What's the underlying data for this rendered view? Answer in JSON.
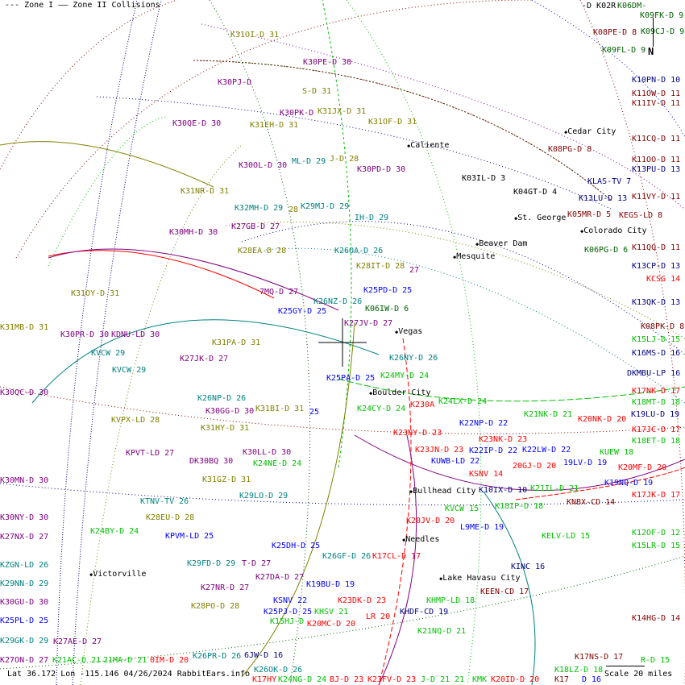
{
  "legend": {
    "zone1": "--- Zone I",
    "zone2": "—— Zone II Collisions"
  },
  "footer": "Lat 36.172 Lon -115.146 04/26/2024 RabbitEars.info",
  "scale": "Scale 20 miles",
  "north": "N",
  "colors": {
    "olive": "#808000",
    "purple": "#800080",
    "teal": "#008080",
    "blue": "#0000ff",
    "navy": "#000080",
    "red": "#ff0000",
    "maroon": "#800000",
    "green": "#00c000",
    "darkgreen": "#006000",
    "black": "#000000"
  },
  "cities": [
    "Cedar City",
    "Caliente",
    "St. George",
    "Colorado City",
    "Beaver Dam",
    "Mesquite",
    "Vegas",
    "Boulder City",
    "Bullhead City",
    "Needles",
    "Victorville",
    "Lake Havasu City"
  ],
  "stations": [
    {
      "text": "K31OI-D 31",
      "color": "olive"
    },
    {
      "text": "K30PE-D 30",
      "color": "purple"
    },
    {
      "text": "K30PJ-D",
      "color": "purple"
    },
    {
      "text": "S-D 31",
      "color": "olive"
    },
    {
      "text": "K30PK-D",
      "color": "purple"
    },
    {
      "text": "K31JX-D 31",
      "color": "olive"
    },
    {
      "text": "K30QE-D 30",
      "color": "purple"
    },
    {
      "text": "K31EH-D 31",
      "color": "olive"
    },
    {
      "text": "K31OF-D 31",
      "color": "olive"
    },
    {
      "text": "K30OL-D 30",
      "color": "purple"
    },
    {
      "text": "ML-D 29",
      "color": "teal"
    },
    {
      "text": "J-D 28",
      "color": "olive"
    },
    {
      "text": "K30PD-D 30",
      "color": "purple"
    },
    {
      "text": "K03IL-D 3",
      "color": "black"
    },
    {
      "text": "K31NR-D 31",
      "color": "olive"
    },
    {
      "text": "K04GT-D 4",
      "color": "black"
    },
    {
      "text": "K32MH-D 29",
      "color": "teal"
    },
    {
      "text": "28",
      "color": "olive"
    },
    {
      "text": "K29MJ-D 29",
      "color": "teal"
    },
    {
      "text": "IH-D 29",
      "color": "teal"
    },
    {
      "text": "K05MR-D 5",
      "color": "maroon"
    },
    {
      "text": "KLAS-TV 7",
      "color": "navy"
    },
    {
      "text": "K08PG-D 8",
      "color": "maroon"
    },
    {
      "text": "K27GB-D 27",
      "color": "purple"
    },
    {
      "text": "K30MH-D 30",
      "color": "purple"
    },
    {
      "text": "KEGS-LD 8",
      "color": "maroon"
    },
    {
      "text": "K06PG-D 6",
      "color": "darkgreen"
    },
    {
      "text": "K28EA-D 28",
      "color": "olive"
    },
    {
      "text": "K26OA-D 26",
      "color": "teal"
    },
    {
      "text": "K28IT-D 28",
      "color": "olive"
    },
    {
      "text": "27",
      "color": "purple"
    },
    {
      "text": "K25PD-D 25",
      "color": "blue"
    },
    {
      "text": "K06IW-D 6",
      "color": "darkgreen"
    },
    {
      "text": "7MQ-D 27",
      "color": "purple"
    },
    {
      "text": "K26NZ-D 26",
      "color": "teal"
    },
    {
      "text": "K25GY-D 25",
      "color": "blue"
    },
    {
      "text": "K27JV-D 27",
      "color": "purple"
    },
    {
      "text": "K31OY-D 31",
      "color": "olive"
    },
    {
      "text": "K31MB-D 31",
      "color": "olive"
    },
    {
      "text": "K30PR-D 30",
      "color": "purple"
    },
    {
      "text": "KDNU-LD 30",
      "color": "purple"
    },
    {
      "text": "K31PA-D 31",
      "color": "olive"
    },
    {
      "text": "KVCW 29",
      "color": "teal"
    },
    {
      "text": "K27JK-D 27",
      "color": "purple"
    },
    {
      "text": "K26NY-D 26",
      "color": "teal"
    },
    {
      "text": "KVCW 29",
      "color": "teal"
    },
    {
      "text": "K25PA-D 25",
      "color": "blue"
    },
    {
      "text": "K24MY-D 24",
      "color": "green"
    },
    {
      "text": "K26NP-D 26",
      "color": "teal"
    },
    {
      "text": "K24LX-D 24",
      "color": "green"
    },
    {
      "text": "K230A",
      "color": "red"
    },
    {
      "text": "K31BI-D 31",
      "color": "olive"
    },
    {
      "text": "25",
      "color": "blue"
    },
    {
      "text": "K30GG-D 30",
      "color": "purple"
    },
    {
      "text": "K31HY-D 31",
      "color": "olive"
    },
    {
      "text": "K24CY-D 24",
      "color": "green"
    },
    {
      "text": "KVPX-LD 28",
      "color": "olive"
    },
    {
      "text": "K21NK-D 21",
      "color": "green"
    },
    {
      "text": "K20NK-D 20",
      "color": "red"
    },
    {
      "text": "K22NP-D 22",
      "color": "blue"
    },
    {
      "text": "K23NK-D 23",
      "color": "red"
    },
    {
      "text": "K23NY-D 23",
      "color": "red"
    },
    {
      "text": "K23JN-D 23",
      "color": "red"
    },
    {
      "text": "KPVT-LD 27",
      "color": "purple"
    },
    {
      "text": "K30LL-D 30",
      "color": "purple"
    },
    {
      "text": "DK30BQ 30",
      "color": "purple"
    },
    {
      "text": "K24NE-D 24",
      "color": "green"
    },
    {
      "text": "KUWB-LD 22",
      "color": "blue"
    },
    {
      "text": "K22LW-D 22",
      "color": "blue"
    },
    {
      "text": "K22IP-D 22",
      "color": "blue"
    },
    {
      "text": "KUEW 18",
      "color": "green"
    },
    {
      "text": "20GJ-D 20",
      "color": "red"
    },
    {
      "text": "19LV-D 19",
      "color": "blue"
    },
    {
      "text": "K20MF-D 20",
      "color": "red"
    },
    {
      "text": "KSNV 14",
      "color": "red"
    },
    {
      "text": "K31GZ-D 31",
      "color": "olive"
    },
    {
      "text": "K10IX-D 10",
      "color": "navy"
    },
    {
      "text": "K19NQ-D 19",
      "color": "blue"
    },
    {
      "text": "K21IL-D 21",
      "color": "green"
    },
    {
      "text": "K29LO-D 29",
      "color": "teal"
    },
    {
      "text": "KNBX-CD 14",
      "color": "maroon"
    },
    {
      "text": "KVCW 15",
      "color": "green"
    },
    {
      "text": "K18IP-D 18",
      "color": "green"
    },
    {
      "text": "KTNV-TV 26",
      "color": "teal"
    },
    {
      "text": "L9ME-D 19",
      "color": "blue"
    },
    {
      "text": "K20JV-D 20",
      "color": "red"
    },
    {
      "text": "K28EU-D 28",
      "color": "olive"
    },
    {
      "text": "K24BY-D 24",
      "color": "green"
    },
    {
      "text": "KPVM-LD 25",
      "color": "blue"
    },
    {
      "text": "KELV-LD 15",
      "color": "green"
    },
    {
      "text": "K25DH-D 25",
      "color": "blue"
    },
    {
      "text": "K26GF-D 26",
      "color": "teal"
    },
    {
      "text": "K17CL-D 17",
      "color": "red"
    },
    {
      "text": "K29FD-D 29",
      "color": "teal"
    },
    {
      "text": "T-D 27",
      "color": "purple"
    },
    {
      "text": "KINC 16",
      "color": "navy"
    },
    {
      "text": "K27DA-D 27",
      "color": "purple"
    },
    {
      "text": "K19BU-D 19",
      "color": "blue"
    },
    {
      "text": "K27NR-D 27",
      "color": "purple"
    },
    {
      "text": "KEEN-CD 17",
      "color": "maroon"
    },
    {
      "text": "KSNV 22",
      "color": "blue"
    },
    {
      "text": "K23DK-D 23",
      "color": "red"
    },
    {
      "text": "KHMP-LD 18",
      "color": "green"
    },
    {
      "text": "K28PO-D 28",
      "color": "olive"
    },
    {
      "text": "K25PJ-D 25",
      "color": "blue"
    },
    {
      "text": "KHSV 21",
      "color": "green"
    },
    {
      "text": "LR 20",
      "color": "red"
    },
    {
      "text": "KHDF-CD 19",
      "color": "navy"
    },
    {
      "text": "K15HJ-D",
      "color": "green"
    },
    {
      "text": "K20MC-D 20",
      "color": "red"
    },
    {
      "text": "K21NQ-D 21",
      "color": "green"
    },
    {
      "text": "K26PR-D 26",
      "color": "teal"
    },
    {
      "text": "6JW-D 16",
      "color": "navy"
    },
    {
      "text": "K17NS-D 17",
      "color": "maroon"
    },
    {
      "text": "K27ON-D 27",
      "color": "purple"
    },
    {
      "text": "K21AC-D 21",
      "color": "green"
    },
    {
      "text": "21MA-D 21",
      "color": "green"
    },
    {
      "text": "0IM-D 20",
      "color": "red"
    },
    {
      "text": "K17HY",
      "color": "red"
    },
    {
      "text": "K26OK-D 26",
      "color": "teal"
    },
    {
      "text": "K24NG-D 24",
      "color": "green"
    },
    {
      "text": "BJ-D 23",
      "color": "red"
    },
    {
      "text": "K23FV-D 23",
      "color": "red"
    },
    {
      "text": "J-D 21 21",
      "color": "green"
    },
    {
      "text": "KMK",
      "color": "green"
    },
    {
      "text": "K20ID-D 20",
      "color": "red"
    },
    {
      "text": "K17",
      "color": "maroon"
    },
    {
      "text": "K18LZ-D 18",
      "color": "green"
    },
    {
      "text": "D 16",
      "color": "blue"
    },
    {
      "text": "R-D 15",
      "color": "green"
    },
    {
      "text": "K30QC-D 30",
      "color": "purple"
    },
    {
      "text": "K30MN-D 30",
      "color": "purple"
    },
    {
      "text": "K30NY-D 30",
      "color": "purple"
    },
    {
      "text": "K27NX-D 27",
      "color": "purple"
    },
    {
      "text": "KZGN-LD 26",
      "color": "teal"
    },
    {
      "text": "K29NN-D 29",
      "color": "teal"
    },
    {
      "text": "K30GU-D 30",
      "color": "purple"
    },
    {
      "text": "K25PL-D 25",
      "color": "blue"
    },
    {
      "text": "K29GK-D 29",
      "color": "teal"
    },
    {
      "text": "K27AE-D 27",
      "color": "purple"
    },
    {
      "text": "-D K02R",
      "color": "black"
    },
    {
      "text": "K06DM-",
      "color": "darkgreen"
    },
    {
      "text": "K09FK-D 9",
      "color": "darkgreen"
    },
    {
      "text": "K09CJ-D 9",
      "color": "darkgreen"
    },
    {
      "text": "K08PE-D 8",
      "color": "maroon"
    },
    {
      "text": "K09FL-D 9",
      "color": "darkgreen"
    },
    {
      "text": "K10PN-D 10",
      "color": "navy"
    },
    {
      "text": "K11OW-D 11",
      "color": "maroon"
    },
    {
      "text": "K11IV-D 11",
      "color": "maroon"
    },
    {
      "text": "K11CQ-D 11",
      "color": "maroon"
    },
    {
      "text": "K11OO-D 11",
      "color": "maroon"
    },
    {
      "text": "K11VY-D 11",
      "color": "maroon"
    },
    {
      "text": "K13LU-D 13",
      "color": "navy"
    },
    {
      "text": "K13PU-D 13",
      "color": "navy"
    },
    {
      "text": "K11QQ-D 11",
      "color": "maroon"
    },
    {
      "text": "K13CP-D 13",
      "color": "navy"
    },
    {
      "text": "KCSG 14",
      "color": "red"
    },
    {
      "text": "K13QK-D 13",
      "color": "navy"
    },
    {
      "text": "K08PK-D 8",
      "color": "maroon"
    },
    {
      "text": "K15LJ-D 15",
      "color": "green"
    },
    {
      "text": "K16MS-D 16",
      "color": "navy"
    },
    {
      "text": "DKMBU-LP 16",
      "color": "navy"
    },
    {
      "text": "K17NK-D 17",
      "color": "red"
    },
    {
      "text": "K18MT-D 18",
      "color": "green"
    },
    {
      "text": "K19LU-D 19",
      "color": "navy"
    },
    {
      "text": "K17JC-D 17",
      "color": "red"
    },
    {
      "text": "K18ET-D 18",
      "color": "green"
    },
    {
      "text": "K17JK-D 17",
      "color": "red"
    },
    {
      "text": "K12OF-D 12",
      "color": "green"
    },
    {
      "text": "K15LR-D 15",
      "color": "green"
    },
    {
      "text": "K14HG-D 14",
      "color": "maroon"
    }
  ]
}
